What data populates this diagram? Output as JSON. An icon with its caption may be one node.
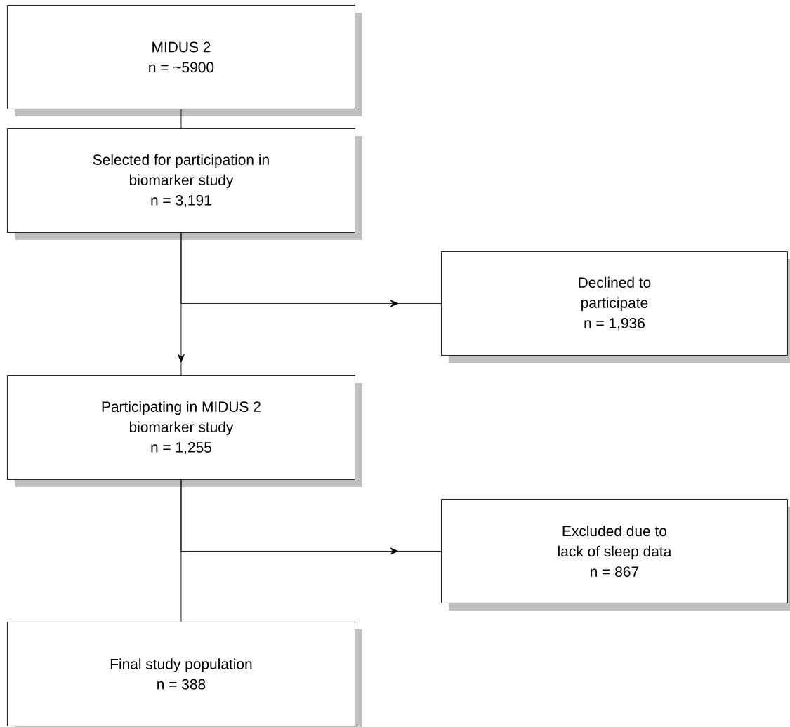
{
  "diagram": {
    "nodes": [
      {
        "text": [
          "MIDUS 2",
          "n = ~5900"
        ]
      },
      {
        "text": [
          "Selected for participation in biomarker study",
          "n = 3,191"
        ]
      },
      {
        "text": [
          "Declined to participate",
          "n = 1,936"
        ]
      },
      {
        "text": [
          "Participating in MIDUS 2 biomarker study",
          "n = 1,255"
        ]
      },
      {
        "text": [
          "Excluded due to lack of sleep data",
          "n = 867"
        ]
      },
      {
        "text": [
          "Final study population",
          "n = 388"
        ]
      }
    ],
    "edges": [
      {
        "from": 0,
        "to": 1,
        "arrow": "none"
      },
      {
        "from": 1,
        "to": 3,
        "arrow": "to"
      },
      {
        "from": 1,
        "to": 2,
        "arrow": "to"
      },
      {
        "from": 3,
        "to": 5,
        "arrow": "none"
      },
      {
        "from": 3,
        "to": 4,
        "arrow": "to"
      }
    ]
  }
}
